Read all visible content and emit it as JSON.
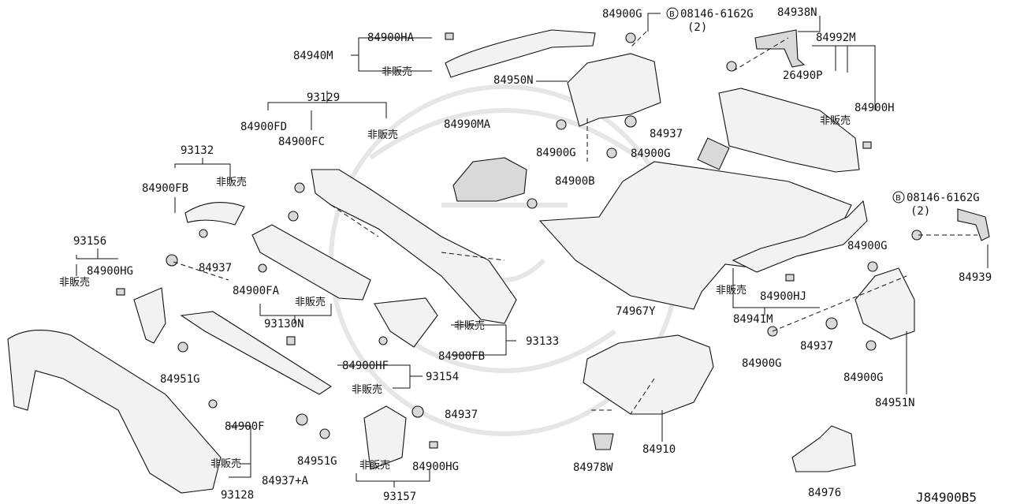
{
  "diagram_id": "J84900B5",
  "labels": {
    "p84940M": "84940M",
    "p84900HA": "84900HA",
    "hanbai": "非販売",
    "p84900G": "84900G",
    "p08146": "08146-6162G",
    "qty2": "(2)",
    "bolt_mark": "B",
    "p84938N": "84938N",
    "p84992M": "84992M",
    "p26490P": "26490P",
    "p84950N": "84950N",
    "p84900H": "84900H",
    "p93129": "93129",
    "p84990MA": "84990MA",
    "p84937": "84937",
    "p84900FD": "84900FD",
    "p84900FC": "84900FC",
    "p93132": "93132",
    "p84900FB": "84900FB",
    "p84900B": "84900B",
    "p93156": "93156",
    "p84900HG": "84900HG",
    "p84900FA": "84900FA",
    "p93130N": "93130N",
    "p74967Y": "74967Y",
    "p84900HJ": "84900HJ",
    "p84941M": "84941M",
    "p84939": "84939",
    "p93133": "93133",
    "p84900HF": "84900HF",
    "p93154": "93154",
    "p84951G": "84951G",
    "p84900F": "84900F",
    "p93128": "93128",
    "p84937A": "84937+A",
    "p93157": "93157",
    "p84910": "84910",
    "p84978W": "84978W",
    "p84951N": "84951N",
    "p84976": "84976"
  }
}
